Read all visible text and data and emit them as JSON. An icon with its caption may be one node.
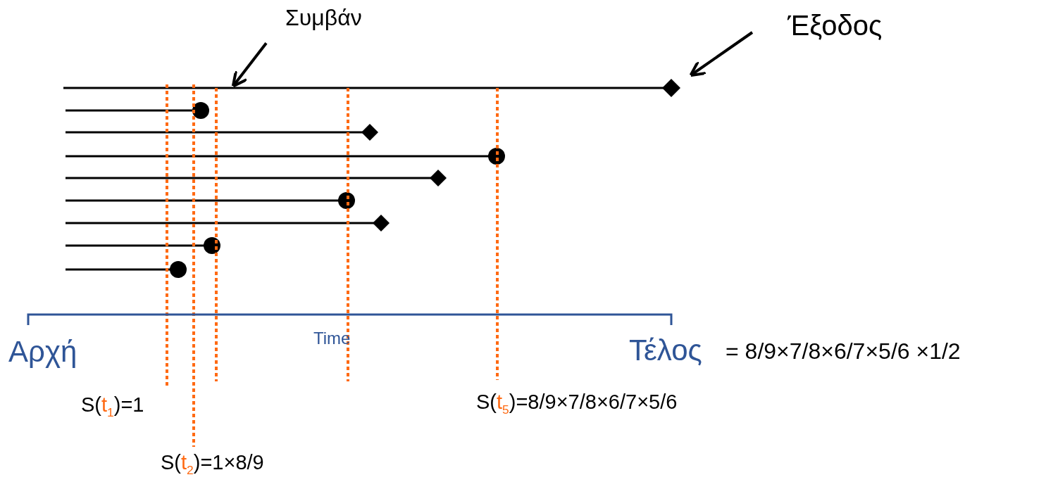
{
  "diagram": {
    "nodes": [
      {
        "text": [
          "Συμβάν"
        ]
      },
      {
        "text": [
          "Έξοδος"
        ]
      },
      {
        "text": [],
        "shape": "diamond"
      }
    ],
    "edges": [
      {
        "from": 0,
        "to": null,
        "arrow": "to"
      },
      {
        "from": 1,
        "to": 2,
        "arrow": "to"
      }
    ],
    "labels": [
      "Time",
      "Αρχή",
      "Τέλος",
      "= 8/9×7/8×6/7×5/6 ×1/2",
      "S(t$_{1}$)=1",
      "S(t$_{5}$)=8/9×7/8×6/7×5/6",
      "S(t$_{2}$)=1×8/9"
    ]
  }
}
